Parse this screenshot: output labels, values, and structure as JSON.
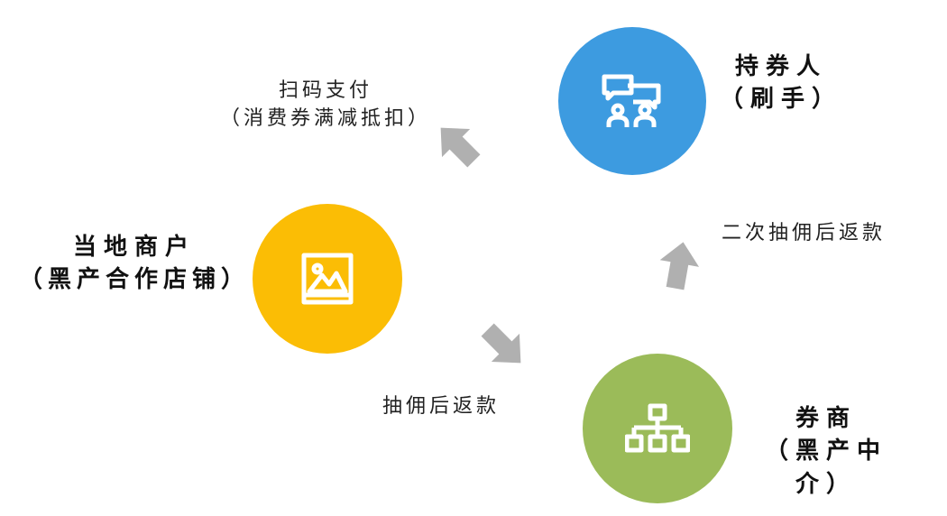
{
  "nodes": {
    "holder": {
      "name": "持券人",
      "sub": "（刷手）",
      "color": "#3d9be0",
      "icon": "chat-people-icon"
    },
    "merchant": {
      "name": "当地商户",
      "sub": "（黑产合作店铺）",
      "color": "#fbbd05",
      "icon": "image-frame-icon"
    },
    "broker": {
      "name": "券商",
      "sub": "（黑产中介）",
      "color": "#9bbb59",
      "icon": "hierarchy-icon"
    }
  },
  "edges": {
    "pay": {
      "line1": "扫码支付",
      "line2": "（消费券满减抵扣）"
    },
    "rebate": {
      "line1": "抽佣后返款"
    },
    "second": {
      "line1": "二次抽佣后返款"
    }
  },
  "colors": {
    "arrow": "#b0b0b0",
    "icon_stroke": "#ffffff"
  }
}
